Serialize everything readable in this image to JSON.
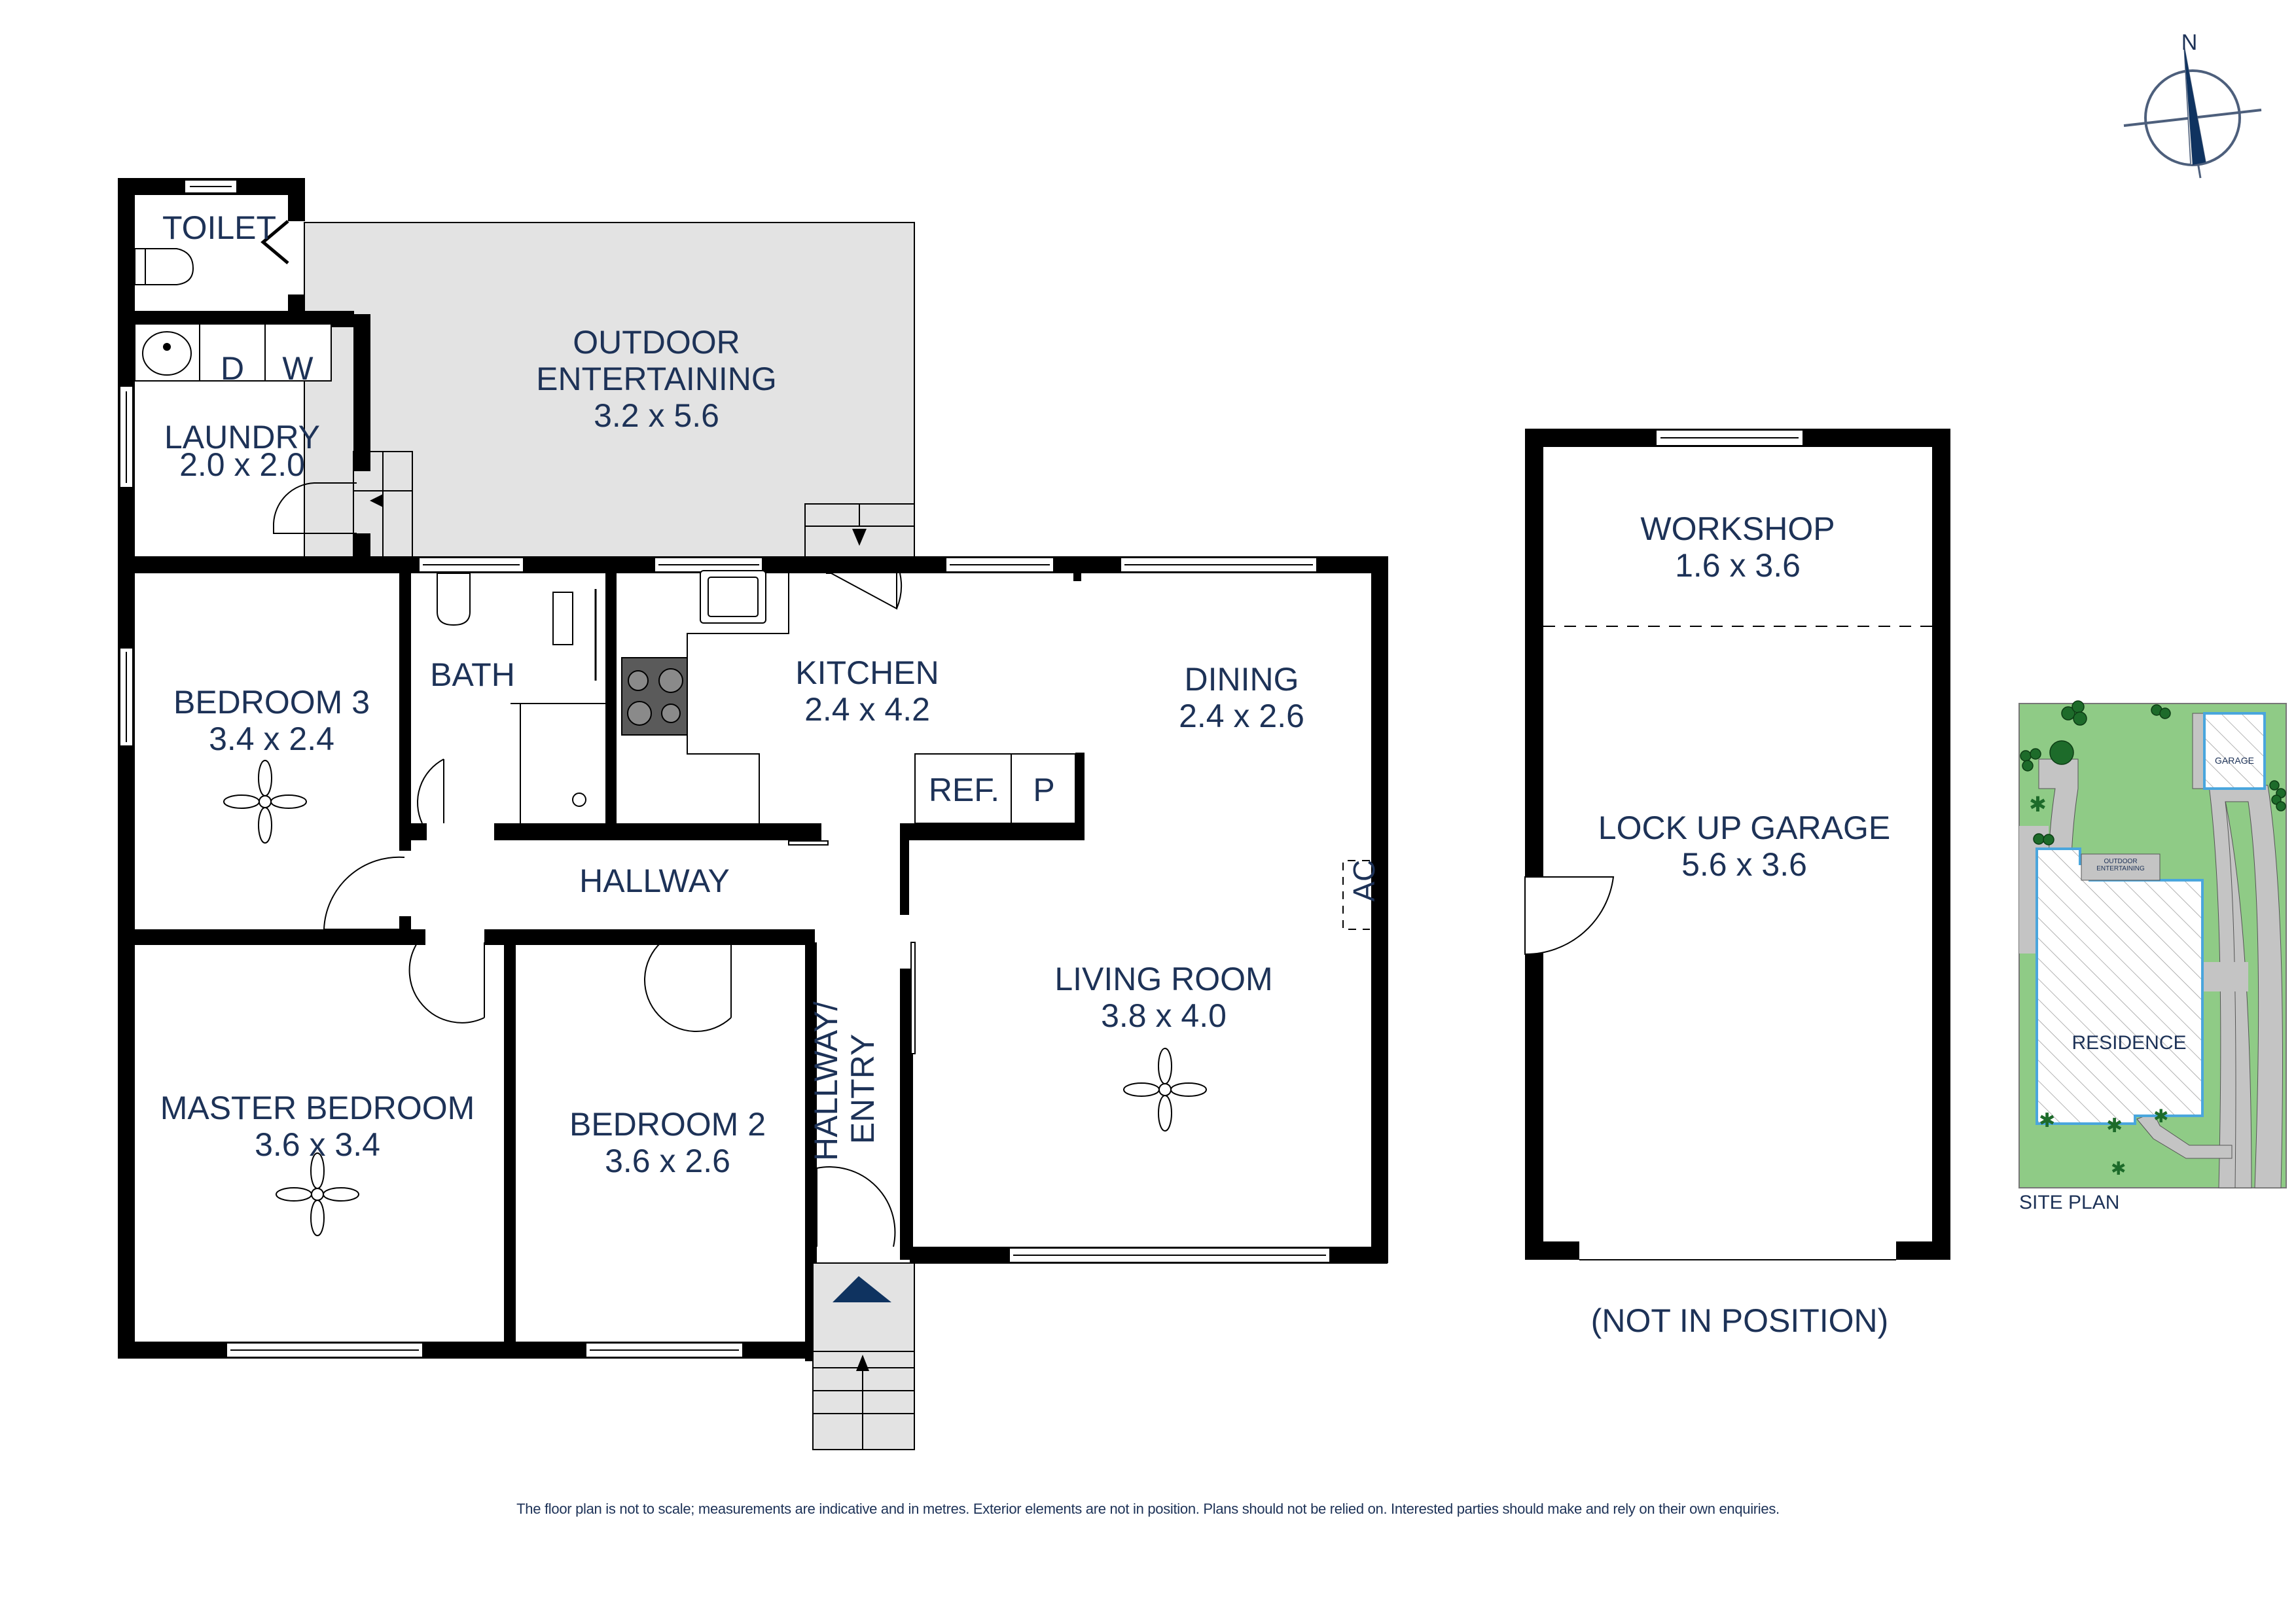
{
  "compass": {
    "label": "N"
  },
  "rooms": {
    "toilet": {
      "name": "TOILET"
    },
    "laundry": {
      "name": "LAUNDRY",
      "dims": "2.0 x 2.0",
      "fixtures": {
        "dryer": "D",
        "washer": "W"
      }
    },
    "outdoor": {
      "name_line1": "OUTDOOR",
      "name_line2": "ENTERTAINING",
      "dims": "3.2 x 5.6"
    },
    "bedroom3": {
      "name": "BEDROOM 3",
      "dims": "3.4 x 2.4"
    },
    "bath": {
      "name": "BATH"
    },
    "kitchen": {
      "name": "KITCHEN",
      "dims": "2.4 x 4.2",
      "fridge": "REF.",
      "pantry": "P"
    },
    "dining": {
      "name": "DINING",
      "dims": "2.4 x 2.6"
    },
    "hallway": {
      "name": "HALLWAY"
    },
    "ac": {
      "label": "AC"
    },
    "living": {
      "name": "LIVING ROOM",
      "dims": "3.8 x 4.0"
    },
    "master": {
      "name": "MASTER BEDROOM",
      "dims": "3.6 x 3.4"
    },
    "bedroom2": {
      "name": "BEDROOM 2",
      "dims": "3.6 x 2.6"
    },
    "entry": {
      "name_line1": "HALLWAY/",
      "name_line2": "ENTRY"
    },
    "workshop": {
      "name": "WORKSHOP",
      "dims": "1.6 x 3.6"
    },
    "garage": {
      "name": "LOCK UP GARAGE",
      "dims": "5.6 x 3.6",
      "note": "(NOT IN POSITION)"
    }
  },
  "site_plan": {
    "title": "SITE PLAN",
    "garage_label": "GARAGE",
    "outdoor_line1": "OUTDOOR",
    "outdoor_line2": "ENTERTAINING",
    "residence_label": "RESIDENCE"
  },
  "colors": {
    "text": "#1d3257",
    "wall": "#000000",
    "outdoor_fill": "#e3e3e3",
    "lawn": "#8fcb86",
    "path": "#c4c4c4",
    "building_outline": "#4aa6dd",
    "accent_arrow": "#0f3360"
  },
  "disclaimer": "The floor plan is not to scale; measurements are indicative and in metres. Exterior elements are not in position. Plans should not be relied on. Interested parties should make and rely on their own enquiries."
}
